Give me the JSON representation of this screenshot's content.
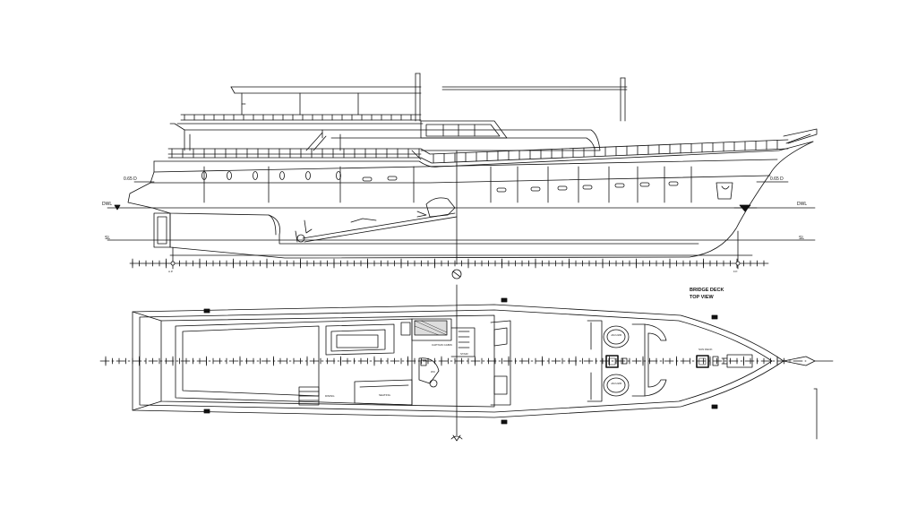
{
  "drawing": {
    "profile": {
      "labels": {
        "dwl_left": "DWL",
        "dwl_right": "DWL",
        "sl_left": "SL",
        "sl_right": "SL",
        "d_left": "0.65 D",
        "d_right": "0.65 D",
        "ap": "A.P.",
        "fp": "F.P."
      }
    },
    "plan": {
      "title_line1": "BRIDGE DECK",
      "title_line2": "TOP VIEW",
      "room_labels": {
        "captain_cabin": "CAPTAIN CABIN",
        "jacuzzi_1": "JACUZZI",
        "jacuzzi_2": "JACUZZI",
        "seating": "SEATING",
        "dining": "DINING",
        "sun_deck": "SUN DECK",
        "wc": "WC",
        "stair": "STAIR"
      }
    },
    "colors": {
      "line": "#111111",
      "background": "#ffffff"
    }
  }
}
